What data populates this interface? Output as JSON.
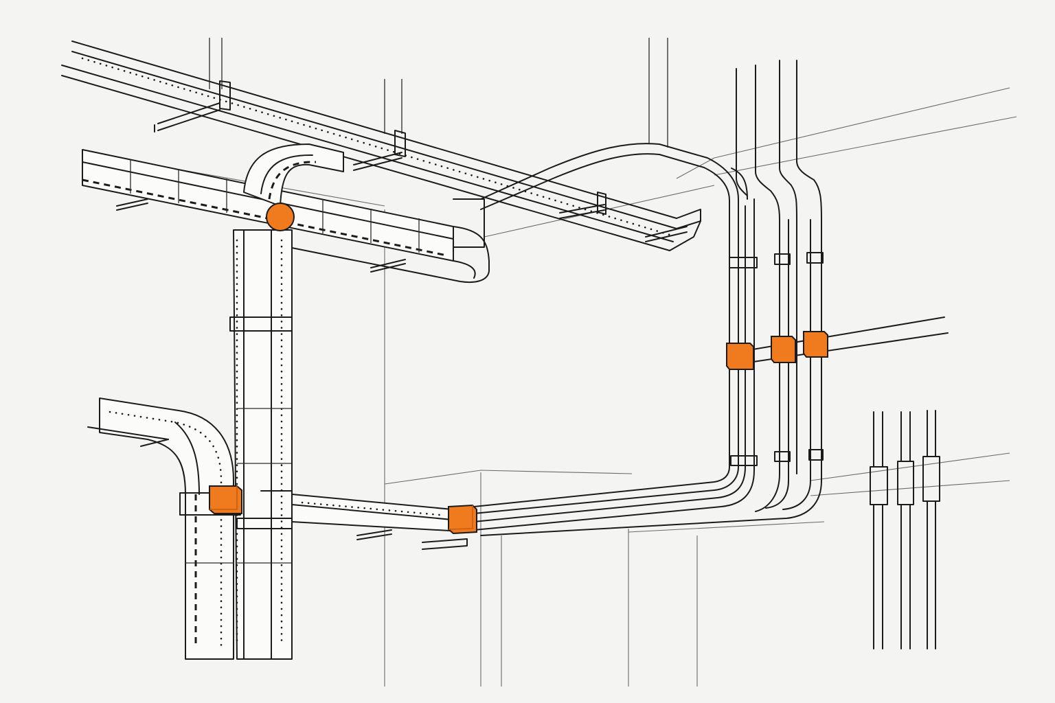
{
  "colors": {
    "background": "#f4f4f3",
    "linework": "#1b1b1b",
    "accent": "#f07a1e",
    "accent_shade": "#c85e0c"
  },
  "components": {
    "cable_trays": 4,
    "conduits_right": 3,
    "vertical_conduits_far_right": 3,
    "orange_couplings": 5,
    "orange_round_fitting": 1
  },
  "icon_names": [
    "junction-box-icon",
    "round-fitting-icon",
    "conduit-clamp-icon"
  ]
}
